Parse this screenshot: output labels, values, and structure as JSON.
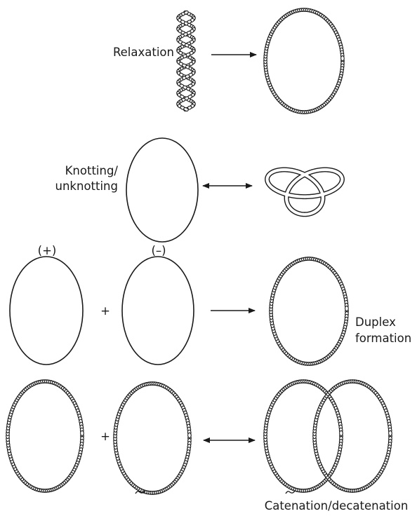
{
  "labels": {
    "relaxation": "Relaxation",
    "knotting_line1": "Knotting/",
    "knotting_line2": "unknotting",
    "strand_plus": "(+)",
    "strand_minus": "(–)",
    "plus_row3": "+",
    "duplex_line1": "Duplex",
    "duplex_line2": "formation",
    "plus_row4": "+",
    "catenation": "Catenation/decatenation"
  },
  "processes": [
    {
      "name": "relaxation",
      "arrow": "forward"
    },
    {
      "name": "knotting/unknotting",
      "arrow": "reversible"
    },
    {
      "name": "duplex formation",
      "arrow": "forward"
    },
    {
      "name": "catenation/decatenation",
      "arrow": "reversible"
    }
  ],
  "colors": {
    "ink": "#1a1a1a",
    "background": "#ffffff"
  }
}
